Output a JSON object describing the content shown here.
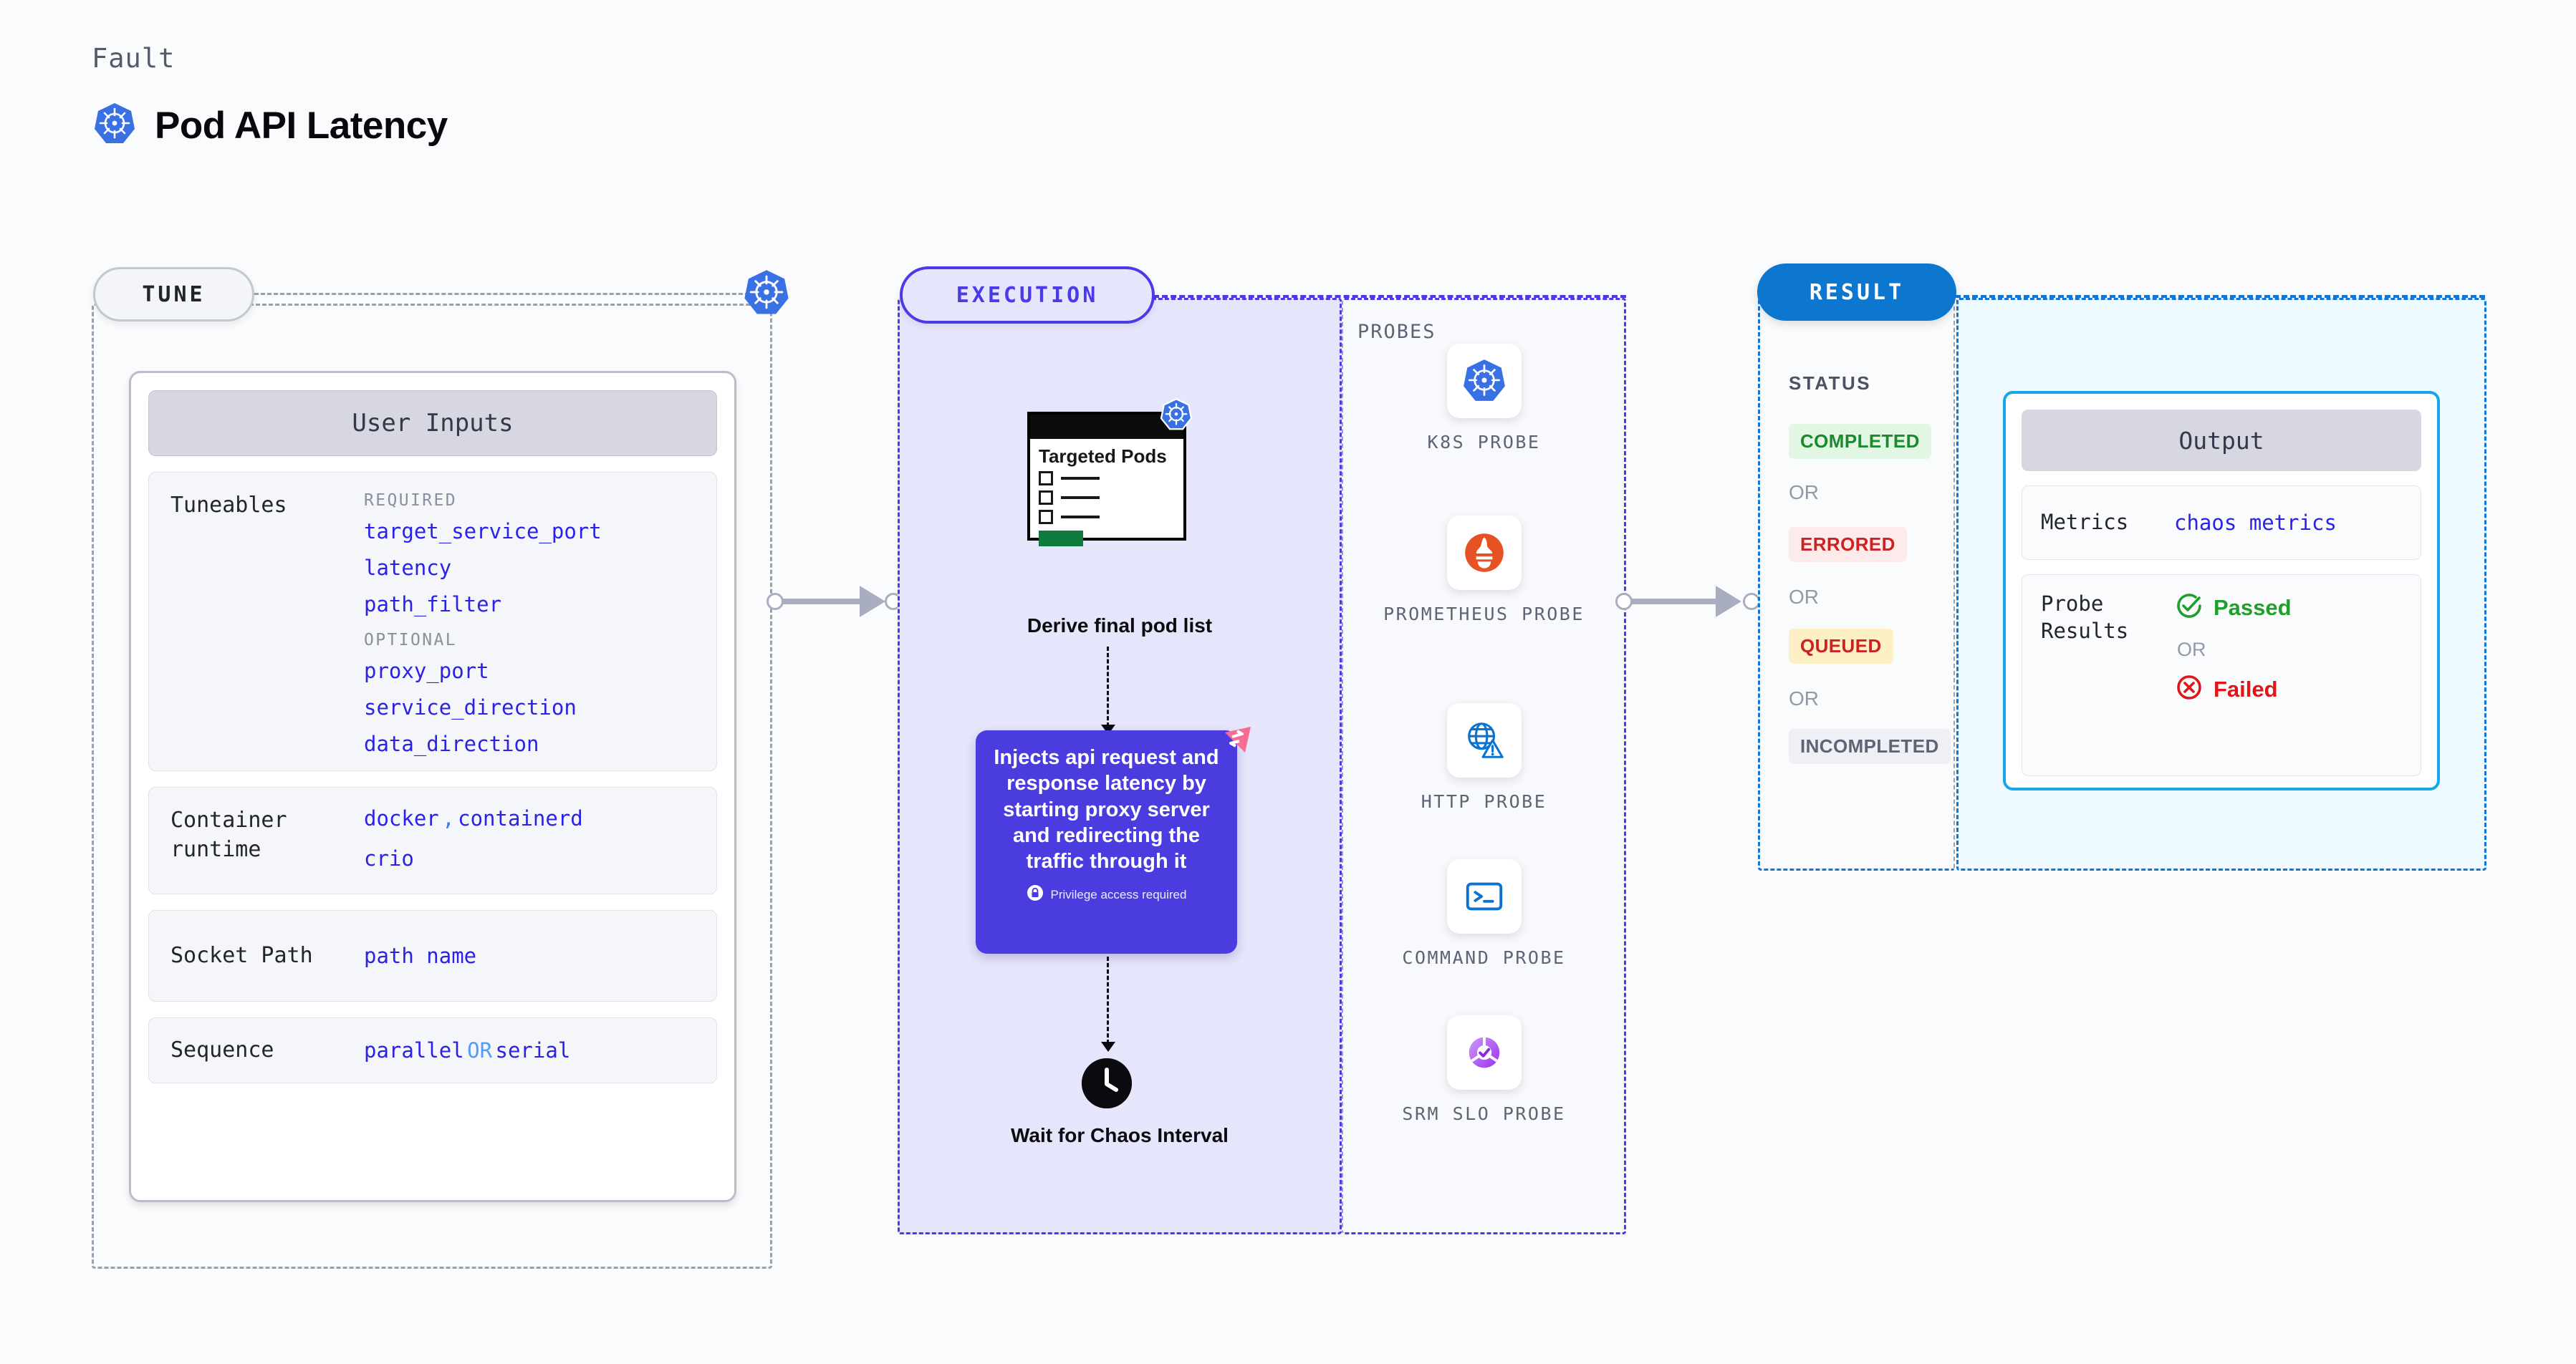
{
  "header": {
    "fault_label": "Fault",
    "title": "Pod API Latency",
    "icon": "kubernetes-icon"
  },
  "tune": {
    "pill_label": "TUNE",
    "node_icon": "kubernetes-icon",
    "card_title": "User Inputs",
    "sections": [
      {
        "label": "Tuneables",
        "groups": [
          {
            "title": "REQUIRED",
            "items": [
              "target_service_port",
              "latency",
              "path_filter"
            ]
          },
          {
            "title": "OPTIONAL",
            "items": [
              "proxy_port",
              "service_direction",
              "data_direction"
            ]
          }
        ]
      },
      {
        "label": "Container runtime",
        "values_line1": [
          "docker",
          "containerd"
        ],
        "values_line2": "crio",
        "separator": ","
      },
      {
        "label": "Socket Path",
        "value": "path name"
      },
      {
        "label": "Sequence",
        "value_a": "parallel",
        "or": "OR",
        "value_b": "serial"
      }
    ]
  },
  "execution": {
    "pill_label": "EXECUTION",
    "pods_card": {
      "title": "Targeted Pods",
      "rows": 3,
      "badge_icon": "kubernetes-icon"
    },
    "derive_label": "Derive final pod list",
    "inject_card": {
      "text": "Injects api request and response latency by starting proxy server and redirecting the traffic through it",
      "privilege_note": "Privilege access required",
      "privilege_icon": "lock-icon",
      "corner_icon": "litmus-icon",
      "color": "#4b3ce0"
    },
    "wait_label": "Wait for Chaos Interval",
    "wait_icon": "clock-icon"
  },
  "probes": {
    "title": "PROBES",
    "items": [
      {
        "label": "K8S PROBE",
        "icon": "kubernetes-icon"
      },
      {
        "label": "PROMETHEUS PROBE",
        "icon": "prometheus-icon"
      },
      {
        "label": "HTTP PROBE",
        "icon": "http-globe-icon"
      },
      {
        "label": "COMMAND PROBE",
        "icon": "terminal-icon"
      },
      {
        "label": "SRM SLO PROBE",
        "icon": "srm-slo-icon"
      }
    ]
  },
  "result": {
    "pill_label": "RESULT",
    "status_title": "STATUS",
    "or_label": "OR",
    "statuses": [
      {
        "label": "COMPLETED",
        "bg": "#e1f6e3",
        "fg": "#1b8a2c"
      },
      {
        "label": "ERRORED",
        "bg": "#fdeaea",
        "fg": "#cc2222"
      },
      {
        "label": "QUEUED",
        "bg": "#fdefc6",
        "fg": "#cc2222"
      },
      {
        "label": "INCOMPLETED",
        "bg": "#eef0f5",
        "fg": "#5f6475"
      }
    ],
    "output": {
      "title": "Output",
      "metrics_label": "Metrics",
      "metrics_value": "chaos metrics",
      "probe_results_label": "Probe Results",
      "passed_label": "Passed",
      "failed_label": "Failed",
      "or_label": "OR",
      "passed_icon": "check-circle-icon",
      "failed_icon": "x-circle-icon",
      "passed_color": "#20a02a",
      "failed_color": "#e01616"
    }
  },
  "colors": {
    "accent_blue": "#0d76cf",
    "accent_purple": "#4a3ae8",
    "accent_cyan": "#17a7e8",
    "code_blue": "#2b22e8"
  }
}
